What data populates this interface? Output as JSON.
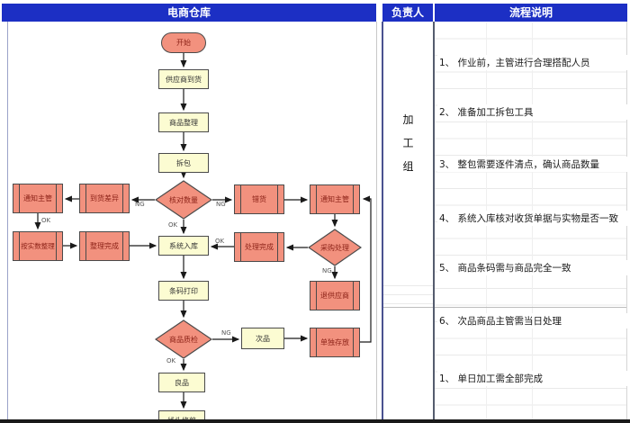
{
  "header": {
    "title": "电商仓库",
    "owner": "负责人",
    "notes": "流程说明"
  },
  "owner_group": "加工组",
  "notes": [
    "1、 作业前，主管进行合理搭配人员",
    "2、 准备加工拆包工具",
    "3、 整包需要逐件清点，确认商品数量",
    "4、 系统入库核对收货单据与实物是否一致",
    "5、 商品条码需与商品完全一致",
    "6、 次品商品主管需当日处理",
    "1、 单日加工需全部完成"
  ],
  "flowchart": {
    "labels": {
      "ng": "NG",
      "ok": "OK"
    },
    "nodes": [
      {
        "id": "start",
        "label": "开始",
        "type": "terminator"
      },
      {
        "id": "supplier-arrival",
        "label": "供应商到货",
        "type": "process"
      },
      {
        "id": "goods-sorting",
        "label": "商品整理",
        "type": "process"
      },
      {
        "id": "unpack",
        "label": "拆包",
        "type": "process"
      },
      {
        "id": "verify-quantity",
        "label": "核对数量",
        "type": "decision"
      },
      {
        "id": "notify-supervisor-left",
        "label": "通知主管",
        "type": "subprocess"
      },
      {
        "id": "arrival-discrepancy",
        "label": "到货差异",
        "type": "subprocess"
      },
      {
        "id": "sort-by-actual",
        "label": "按实数整理",
        "type": "subprocess"
      },
      {
        "id": "sorting-done",
        "label": "整理完成",
        "type": "subprocess"
      },
      {
        "id": "wrong-goods",
        "label": "错货",
        "type": "subprocess"
      },
      {
        "id": "notify-supervisor-right",
        "label": "通知主管",
        "type": "subprocess"
      },
      {
        "id": "purchase-handling",
        "label": "采购处理",
        "type": "decision"
      },
      {
        "id": "handling-done",
        "label": "处理完成",
        "type": "subprocess"
      },
      {
        "id": "return-to-supplier",
        "label": "退供应商",
        "type": "subprocess"
      },
      {
        "id": "system-inbound",
        "label": "系统入库",
        "type": "process"
      },
      {
        "id": "barcode-print",
        "label": "条码打印",
        "type": "process"
      },
      {
        "id": "quality-check",
        "label": "商品质检",
        "type": "decision"
      },
      {
        "id": "defective",
        "label": "次品",
        "type": "process"
      },
      {
        "id": "separate-storage",
        "label": "单独存放",
        "type": "subprocess"
      },
      {
        "id": "good-product",
        "label": "良品",
        "type": "process"
      },
      {
        "id": "thread-trim",
        "label": "线头修剪",
        "type": "process"
      }
    ]
  },
  "colors": {
    "header_bg": "#1c2fc4",
    "node_red": "#f2917e",
    "node_yellow": "#fcfcd2",
    "node_red_text": "#8d2318"
  }
}
